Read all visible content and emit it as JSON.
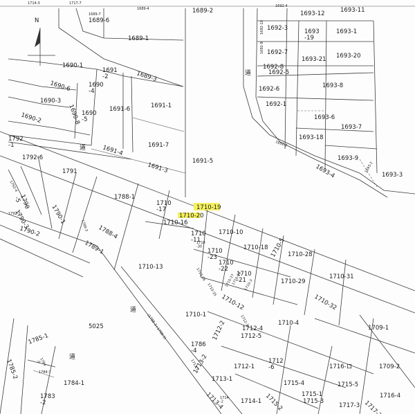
{
  "header": {
    "left": "1714-3",
    "right": "1717-7"
  },
  "compass": {
    "north_label": "N"
  },
  "roads": {
    "label": "道",
    "road_note": "(1788-3+1788-5)"
  },
  "parcels": [
    {
      "id": "p-1689-6",
      "label": "1689-6"
    },
    {
      "id": "p-1689-1",
      "label": "1689-1"
    },
    {
      "id": "p-1689-2",
      "label": "1689-2"
    },
    {
      "id": "p-1690-1",
      "label": "1690-1"
    },
    {
      "id": "p-1691-2",
      "label": "1691\n-2"
    },
    {
      "id": "p-1689-3",
      "label": "1689-3"
    },
    {
      "id": "p-1690-6",
      "label": "1690-6"
    },
    {
      "id": "p-1690-4",
      "label": "1690\n-4"
    },
    {
      "id": "p-1690-3",
      "label": "1690-3"
    },
    {
      "id": "p-1690-8",
      "label": "1690-8"
    },
    {
      "id": "p-1690-5",
      "label": "1690\n-5"
    },
    {
      "id": "p-1691-6",
      "label": "1691-6"
    },
    {
      "id": "p-1691-1",
      "label": "1691-1"
    },
    {
      "id": "p-1690-2",
      "label": "1690-2"
    },
    {
      "id": "p-1792-1",
      "label": "1792\n-1"
    },
    {
      "id": "p-1691-4",
      "label": "1691-4"
    },
    {
      "id": "p-1691-7",
      "label": "1691-7"
    },
    {
      "id": "p-1792-6",
      "label": "1792-6"
    },
    {
      "id": "p-1791",
      "label": "1791"
    },
    {
      "id": "p-1691-3",
      "label": "1691-3"
    },
    {
      "id": "p-1691-5",
      "label": "1691-5"
    },
    {
      "id": "p-1788-1",
      "label": "1788-1"
    },
    {
      "id": "p-1790-5",
      "label": "1790\n-5"
    },
    {
      "id": "p-1790-1",
      "label": "1790-1"
    },
    {
      "id": "p-1790-3",
      "label": "1790-3"
    },
    {
      "id": "p-1710-17",
      "label": "1710\n-17"
    },
    {
      "id": "p-1710-19",
      "label": "1710-19"
    },
    {
      "id": "p-1710-20",
      "label": "1710-20"
    },
    {
      "id": "p-1710-16",
      "label": "1710-16"
    },
    {
      "id": "p-1788-4",
      "label": "1788-4"
    },
    {
      "id": "p-1790-2",
      "label": "1790-2"
    },
    {
      "id": "p-1789-1",
      "label": "1789-1"
    },
    {
      "id": "p-1710-10",
      "label": "1710-10"
    },
    {
      "id": "p-1710-11",
      "label": "1710\n-11"
    },
    {
      "id": "p-1710-18",
      "label": "1710-18"
    },
    {
      "id": "p-1710-5",
      "label": "1710-5"
    },
    {
      "id": "p-1710-28",
      "label": "1710-28"
    },
    {
      "id": "p-1710-23",
      "label": "1710\n-23"
    },
    {
      "id": "p-1710-22",
      "label": "1710\n-22"
    },
    {
      "id": "p-1710-13",
      "label": "1710-13"
    },
    {
      "id": "p-1710-21",
      "label": "1710\n-21"
    },
    {
      "id": "p-1710-29",
      "label": "1710-29"
    },
    {
      "id": "p-1710-31",
      "label": "1710-31"
    },
    {
      "id": "p-1710-12",
      "label": "1710-12"
    },
    {
      "id": "p-1710-32",
      "label": "1710-32"
    },
    {
      "id": "p-1710-1",
      "label": "1710-1"
    },
    {
      "id": "p-1710-4",
      "label": "1710-4"
    },
    {
      "id": "p-1709-1",
      "label": "1709-1"
    },
    {
      "id": "p-5025",
      "label": "5025"
    },
    {
      "id": "p-1712-2",
      "label": "1712-2"
    },
    {
      "id": "p-1712-4",
      "label": "1712-4"
    },
    {
      "id": "p-1712-5",
      "label": "1712-5"
    },
    {
      "id": "p-1786-4",
      "label": "1786\n-4"
    },
    {
      "id": "p-1785-1",
      "label": "1785-1"
    },
    {
      "id": "p-1785-2",
      "label": "1785-2"
    },
    {
      "id": "p-1713-2",
      "label": "1713-2"
    },
    {
      "id": "p-1712-1",
      "label": "1712-1"
    },
    {
      "id": "p-1712-6",
      "label": "1712\n-6"
    },
    {
      "id": "p-1716-ro",
      "label": "1716-ロ"
    },
    {
      "id": "p-1709-2",
      "label": "1709-2"
    },
    {
      "id": "p-1784-1",
      "label": "1784-1"
    },
    {
      "id": "p-1713-1",
      "label": "1713-1"
    },
    {
      "id": "p-1715-4",
      "label": "1715-4"
    },
    {
      "id": "p-1715-5",
      "label": "1715-5"
    },
    {
      "id": "p-1783-2",
      "label": "1783\n-2"
    },
    {
      "id": "p-1713-4",
      "label": "1713-4"
    },
    {
      "id": "p-1714-1",
      "label": "1714-1"
    },
    {
      "id": "p-1715-2",
      "label": "1715-2"
    },
    {
      "id": "p-1715-1",
      "label": "1715-1"
    },
    {
      "id": "p-1715-3",
      "label": "1715-3"
    },
    {
      "id": "p-1717-3",
      "label": "1717-3"
    },
    {
      "id": "p-1717-2",
      "label": "1717-2"
    },
    {
      "id": "p-1716-4",
      "label": "1716-4"
    },
    {
      "id": "p-1693-11",
      "label": "1693-11"
    },
    {
      "id": "p-1693-12",
      "label": "1693-12"
    },
    {
      "id": "p-1692-3",
      "label": "1692-3"
    },
    {
      "id": "p-1693-19",
      "label": "1693\n-19"
    },
    {
      "id": "p-1693-1",
      "label": "1693-1"
    },
    {
      "id": "p-1692-7",
      "label": "1692-7"
    },
    {
      "id": "p-1693-21",
      "label": "1693-21"
    },
    {
      "id": "p-1693-20",
      "label": "1693-20"
    },
    {
      "id": "p-1692-8",
      "label": "1692-8"
    },
    {
      "id": "p-1692-5",
      "label": "1692-5"
    },
    {
      "id": "p-1692-6",
      "label": "1692-6"
    },
    {
      "id": "p-1693-8",
      "label": "1693-8"
    },
    {
      "id": "p-1692-1",
      "label": "1692-1"
    },
    {
      "id": "p-1693-6",
      "label": "1693-6"
    },
    {
      "id": "p-1693-7",
      "label": "1693-7"
    },
    {
      "id": "p-1693-18",
      "label": "1693-18"
    },
    {
      "id": "p-1693-9",
      "label": "1693-9"
    },
    {
      "id": "p-1693-4",
      "label": "1693-4"
    },
    {
      "id": "p-1693-3",
      "label": "1693-3"
    }
  ],
  "small_labels": [
    {
      "id": "s-1689-7",
      "label": "1689-7"
    },
    {
      "id": "s-1689-4",
      "label": "1689-4"
    },
    {
      "id": "s-1692-4",
      "label": "1692-4"
    },
    {
      "id": "s-1692-10",
      "label": "1692-10"
    },
    {
      "id": "s-1692-9",
      "label": "1692-9"
    },
    {
      "id": "s-1692-2",
      "label": "1692-2"
    },
    {
      "id": "s-1693-2",
      "label": "1693-2"
    },
    {
      "id": "s-1792-4",
      "label": "1792-4"
    },
    {
      "id": "s-1792-2",
      "label": "1792-2"
    },
    {
      "id": "s-1788-3",
      "label": "1788-3"
    },
    {
      "id": "s-1710-30",
      "label": "1710\n-30"
    },
    {
      "id": "s-1710-26",
      "label": "1710-26"
    },
    {
      "id": "s-1710-25",
      "label": "1710-25"
    },
    {
      "id": "s-1710-27",
      "label": "1710-27"
    },
    {
      "id": "s-1710-24",
      "label": "1710-24"
    },
    {
      "id": "s-1710-3",
      "label": "1710-3"
    },
    {
      "id": "s-1712-3",
      "label": "1712-3"
    },
    {
      "id": "s-1713-3",
      "label": "1713-3"
    },
    {
      "id": "s-1714-2",
      "label": "1714\n-2"
    },
    {
      "id": "s-1784-2",
      "label": "1784\n-2"
    },
    {
      "id": "s-1784-7",
      "label": "1784-7"
    }
  ]
}
